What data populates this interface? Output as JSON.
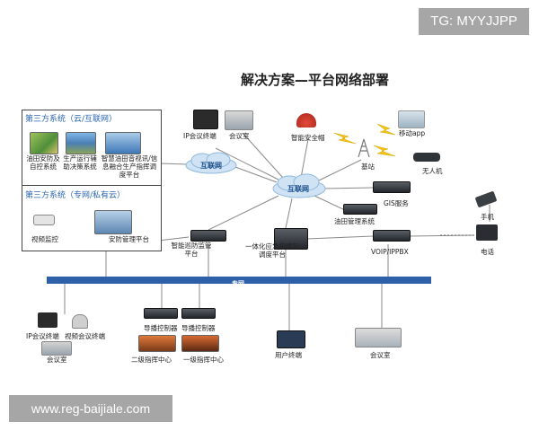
{
  "watermarks": {
    "top": "TG: MYYJJPP",
    "bottom": "www.reg-baijiale.com"
  },
  "title": "解决方案—平台网络部署",
  "boxes": {
    "third_party_cloud": {
      "title": "第三方系统（云/互联网）",
      "items": [
        "油田安防及自控系统",
        "生产运行辅助决策系统",
        "智慧油田音视讯/信息融合生产指挥调度平台"
      ]
    },
    "third_party_private": {
      "title": "第三方系统（专网/私有云）",
      "items": [
        "视频监控",
        "安防管理平台"
      ]
    }
  },
  "clouds": {
    "internet_top": "互联网",
    "internet_center": "互联网"
  },
  "bus": "专网",
  "nodes": {
    "ip_conf": "IP会议终端",
    "meeting_room_top": "会议室",
    "smart_helmet": "智能安全帽",
    "mobile_app": "移动app",
    "base_station": "基站",
    "drone": "无人机",
    "gis": "GIS服务",
    "oilfield_mgmt": "油田管理系统",
    "phone_mobile": "手机",
    "phone": "电话",
    "voip": "VOIP/IPPBX",
    "emergency": "一体化应急指挥与调度平台",
    "patrol": "智能巡防监管平台",
    "ip_conf_bottom": "IP会议终端",
    "video_conf": "视频会议终端",
    "meeting_room_bl": "会议室",
    "director1": "导播控制器",
    "director2": "导播控制器",
    "center2": "二级指挥中心",
    "center1": "一级指挥中心",
    "user_terminal": "用户终端",
    "meeting_room_br": "会议室"
  },
  "colors": {
    "accent": "#2a66b0",
    "bus": "#2f5fa8",
    "line": "#888888",
    "lightning": "#f2c318"
  }
}
